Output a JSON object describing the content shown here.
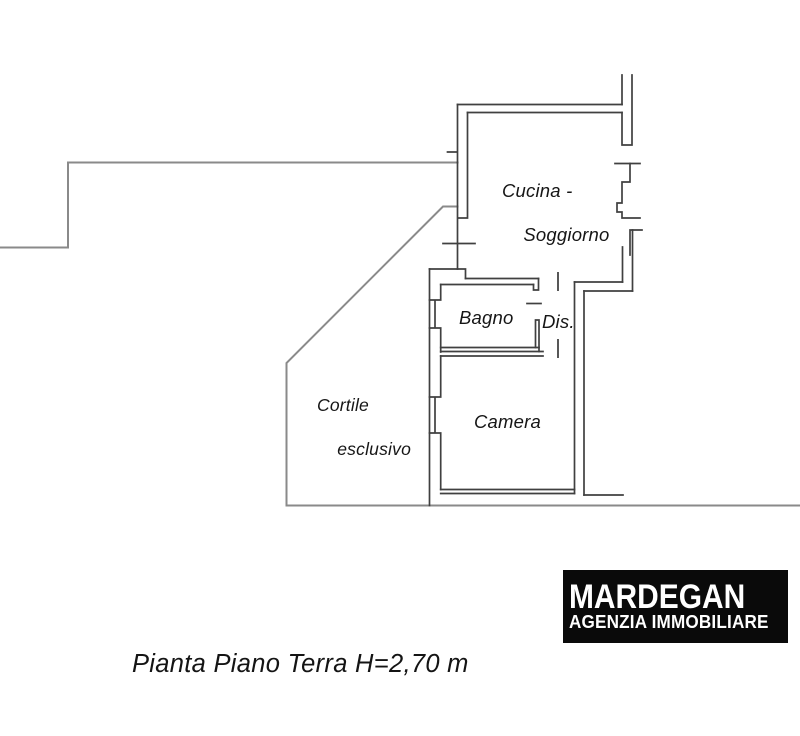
{
  "floorplan": {
    "rooms": {
      "cucina": {
        "line1": "Cucina -",
        "line2": "Soggiorno"
      },
      "bagno": {
        "label": "Bagno"
      },
      "dis": {
        "label": "Dis."
      },
      "camera": {
        "label": "Camera"
      },
      "cortile": {
        "line1": "Cortile",
        "line2": "esclusivo"
      }
    },
    "caption": "Pianta Piano Terra H=2,70 m",
    "logo": {
      "name": "MARDEGAN",
      "tagline": "AGENZIA IMMOBILIARE"
    },
    "colors": {
      "background": "#ffffff",
      "boundary_line": "#8a8a8a",
      "wall_line": "#404040",
      "text": "#161616",
      "logo_background": "#0a0a0a",
      "logo_text": "#ffffff"
    }
  }
}
